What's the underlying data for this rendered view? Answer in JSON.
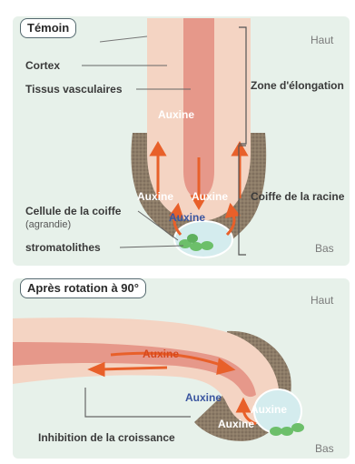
{
  "panel_top": {
    "title": "Témoin",
    "haut": "Haut",
    "bas": "Bas",
    "labels": {
      "cortex": "Cortex",
      "tissus": "Tissus vasculaires",
      "cellule": "Cellule de la coiffe",
      "agrandie": "(agrandie)",
      "stromato": "stromatolithes",
      "zone": "Zone d'élongation",
      "coiffe": "Coiffe de la racine"
    },
    "auxine": [
      "Auxine",
      "Auxine",
      "Auxine",
      "Auxine"
    ]
  },
  "panel_bottom": {
    "title": "Après rotation à 90°",
    "haut": "Haut",
    "bas": "Bas",
    "inhibition": "Inhibition de la croissance",
    "auxine": [
      "Auxine",
      "Auxine",
      "Auxine",
      "Auxine"
    ]
  },
  "colors": {
    "panel_bg": "#e7f1ea",
    "cortex": "#f5d7c8",
    "vascular": "#e89a8c",
    "cap": "#8a7a66",
    "arrow": "#e8602a",
    "statolith": "#6cbf6a",
    "cell": "#d6ecee"
  }
}
